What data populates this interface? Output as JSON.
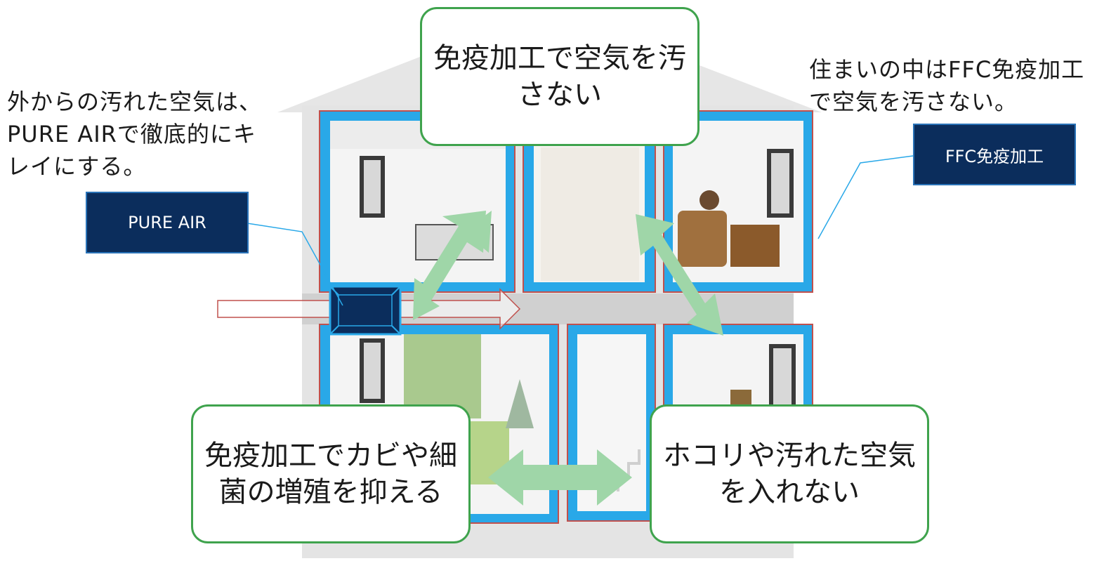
{
  "notes": {
    "left": "外からの汚れた空気は、PURE AIRで徹底的にキレイにする。",
    "right": "住まいの中はFFC免疫加工で空気を汚さない。"
  },
  "labels": {
    "pure_air": "PURE AIR",
    "ffc": "FFC免疫加工"
  },
  "callouts": {
    "top": "免疫加工で空気を汚さない",
    "bottom_left": "免疫加工でカビや細菌の増殖を抑える",
    "bottom_right": "ホコリや汚れた空気を入れない"
  },
  "colors": {
    "callout_border": "#3fa34d",
    "label_fill": "#0b2d5c",
    "frame_blue": "#29a8e8",
    "arrow_green": "#9fd6a8",
    "airflow_red": "#c0504d"
  }
}
